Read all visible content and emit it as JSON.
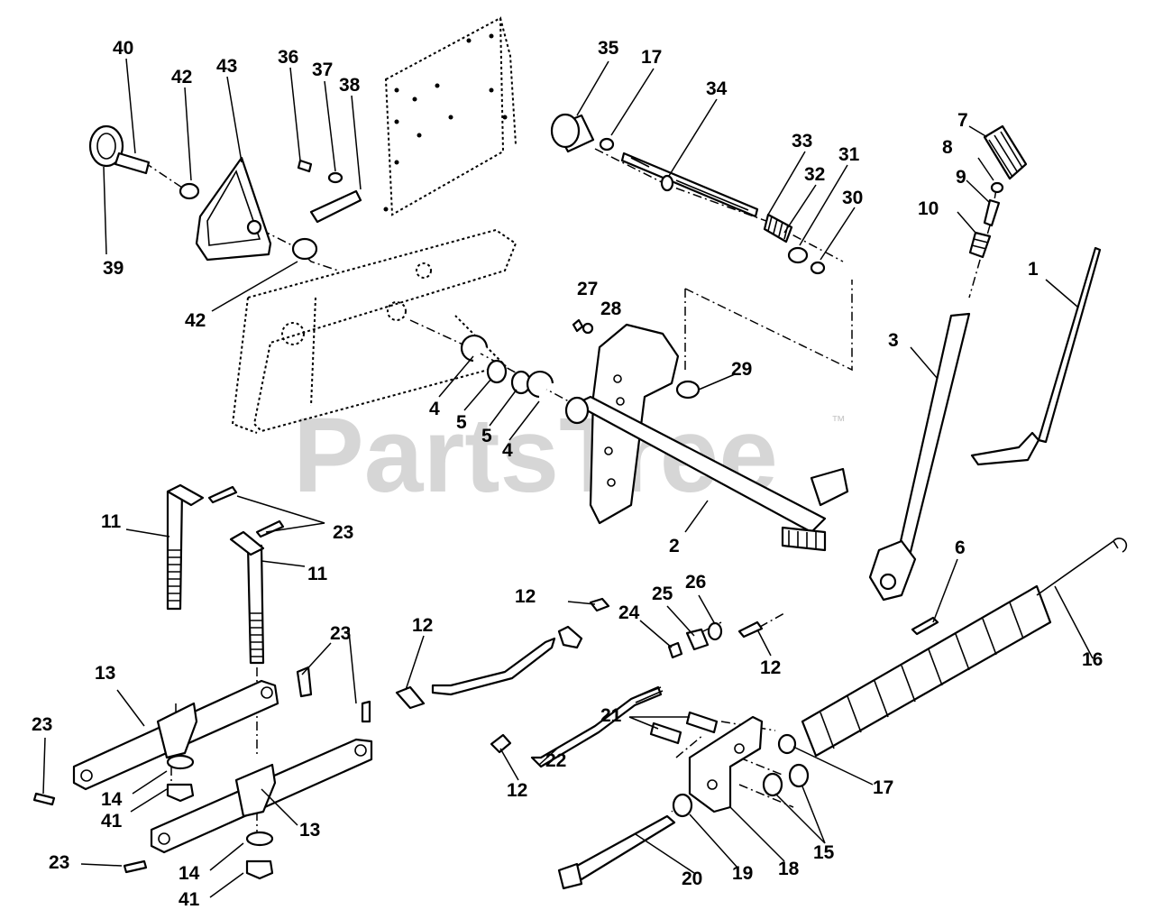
{
  "watermark": {
    "brand": "PartsTree",
    "trademark": "™"
  },
  "callouts": [
    "40",
    "42",
    "43",
    "36",
    "37",
    "38",
    "35",
    "17",
    "34",
    "7",
    "8",
    "33",
    "32",
    "31",
    "9",
    "10",
    "30",
    "39",
    "1",
    "42",
    "27",
    "28",
    "3",
    "29",
    "4",
    "5",
    "5",
    "4",
    "11",
    "23",
    "11",
    "2",
    "6",
    "12",
    "25",
    "26",
    "24",
    "12",
    "23",
    "12",
    "16",
    "13",
    "21",
    "23",
    "17",
    "22",
    "14",
    "12",
    "15",
    "41",
    "13",
    "18",
    "19",
    "20",
    "23",
    "14",
    "41"
  ]
}
